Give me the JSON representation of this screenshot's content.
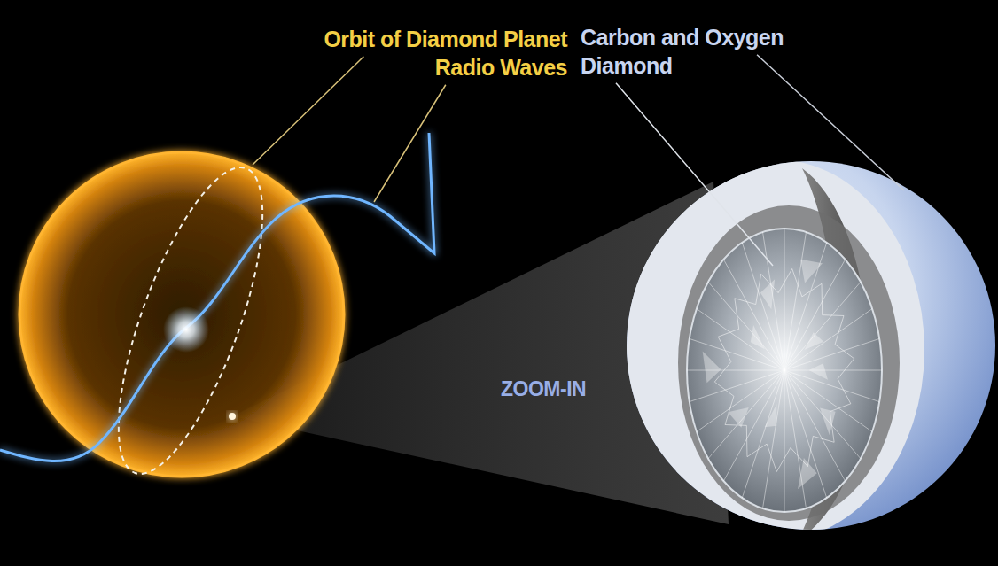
{
  "diagram": {
    "labels": [
      "Orbit of Diamond Planet",
      "Radio Waves",
      "Carbon and Oxygen",
      "Diamond",
      "ZOOM-IN"
    ]
  }
}
